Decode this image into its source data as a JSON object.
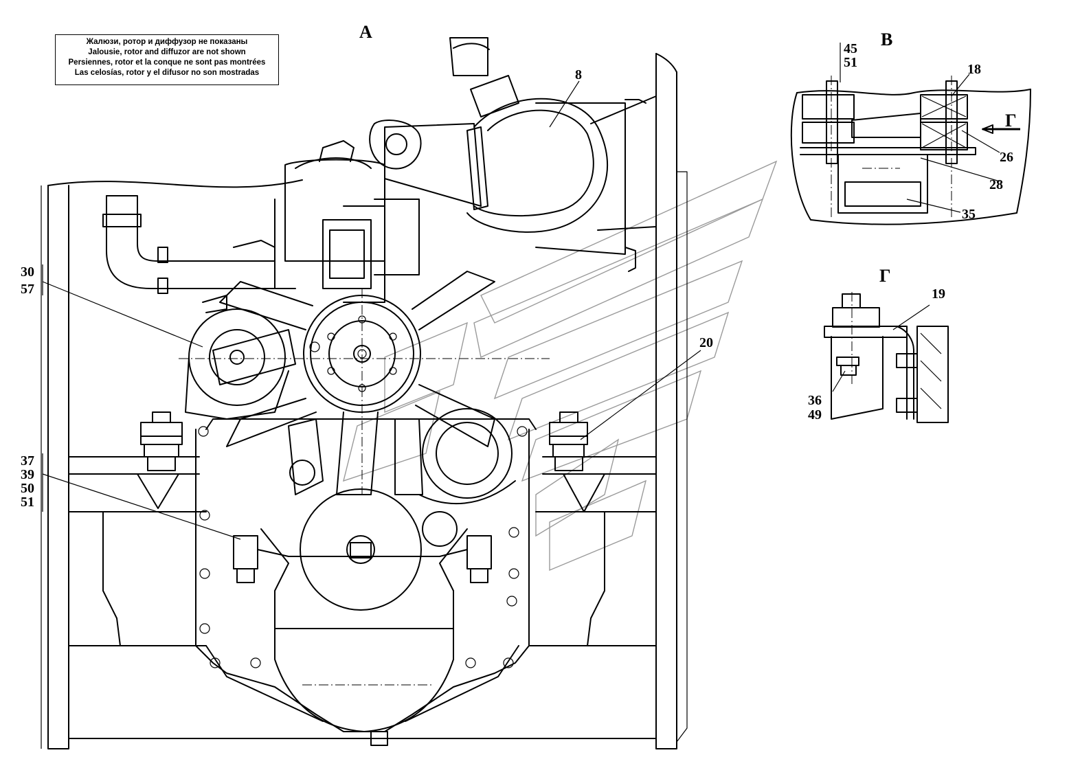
{
  "note": {
    "lines": [
      "Жалюзи, ротор и диффузор не показаны",
      "Jalousie, rotor and diffuzor are not shown",
      "Persiennes, rotor et la conque ne sont pas montrées",
      "Las celosías, rotor y el difusor no son mostradas"
    ]
  },
  "views": {
    "main": "А",
    "detail_b": "В",
    "detail_g": "Г",
    "arrow_g": "Г"
  },
  "callouts": {
    "c8": "8",
    "c20": "20",
    "c30": "30",
    "c57": "57",
    "c37": "37",
    "c39": "39",
    "c50": "50",
    "c51a": "51",
    "c45": "45",
    "c51b": "51",
    "c18": "18",
    "c26": "26",
    "c28": "28",
    "c35": "35",
    "c19": "19",
    "c36": "36",
    "c49": "49"
  }
}
